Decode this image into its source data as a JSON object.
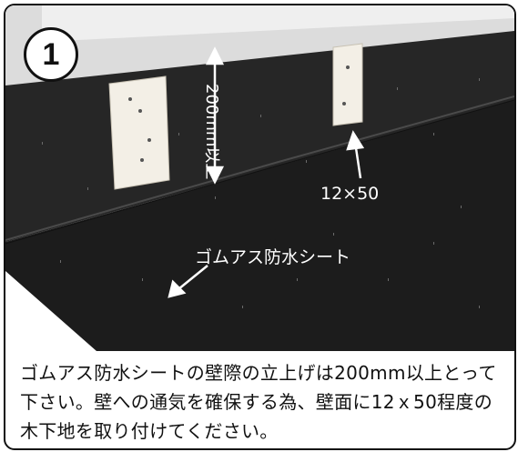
{
  "step_number": "1",
  "photo": {
    "height_label": "200mm以上",
    "size_label": "12×50",
    "sheet_label": "ゴムアス防水シート"
  },
  "caption": "ゴムアス防水シートの壁際の立上げは200mm以上とって下さい。壁への通気を確保する為、壁面に12ｘ50程度の木下地を取り付けてください。"
}
